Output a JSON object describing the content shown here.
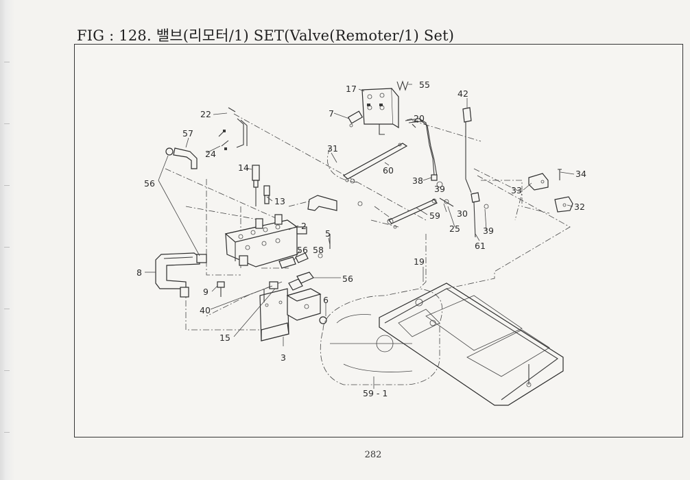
{
  "figure": {
    "title": "FIG : 128. 밸브(리모터/1) SET(Valve(Remoter/1) Set)",
    "page_number": "282"
  },
  "callouts": [
    {
      "id": "c17",
      "label": "17"
    },
    {
      "id": "c55",
      "label": "55"
    },
    {
      "id": "c42",
      "label": "42"
    },
    {
      "id": "c22",
      "label": "22"
    },
    {
      "id": "c7",
      "label": "7"
    },
    {
      "id": "c20",
      "label": "20"
    },
    {
      "id": "c57",
      "label": "57"
    },
    {
      "id": "c24",
      "label": "24"
    },
    {
      "id": "c31",
      "label": "31"
    },
    {
      "id": "c14",
      "label": "14"
    },
    {
      "id": "c60",
      "label": "60"
    },
    {
      "id": "c34",
      "label": "34"
    },
    {
      "id": "c56a",
      "label": "56"
    },
    {
      "id": "c38",
      "label": "38"
    },
    {
      "id": "c39a",
      "label": "39"
    },
    {
      "id": "c33",
      "label": "33"
    },
    {
      "id": "c13",
      "label": "13"
    },
    {
      "id": "c32",
      "label": "32"
    },
    {
      "id": "c30",
      "label": "30"
    },
    {
      "id": "c59",
      "label": "59"
    },
    {
      "id": "c2",
      "label": "2"
    },
    {
      "id": "c25",
      "label": "25"
    },
    {
      "id": "c39b",
      "label": "39"
    },
    {
      "id": "c5",
      "label": "5"
    },
    {
      "id": "c61",
      "label": "61"
    },
    {
      "id": "c56b",
      "label": "56"
    },
    {
      "id": "c58",
      "label": "58"
    },
    {
      "id": "c19",
      "label": "19"
    },
    {
      "id": "c8",
      "label": "8"
    },
    {
      "id": "c56c",
      "label": "56"
    },
    {
      "id": "c9",
      "label": "9"
    },
    {
      "id": "c6",
      "label": "6"
    },
    {
      "id": "c40",
      "label": "40"
    },
    {
      "id": "c15",
      "label": "15"
    },
    {
      "id": "c3",
      "label": "3"
    },
    {
      "id": "c591",
      "label": "59 - 1"
    }
  ]
}
